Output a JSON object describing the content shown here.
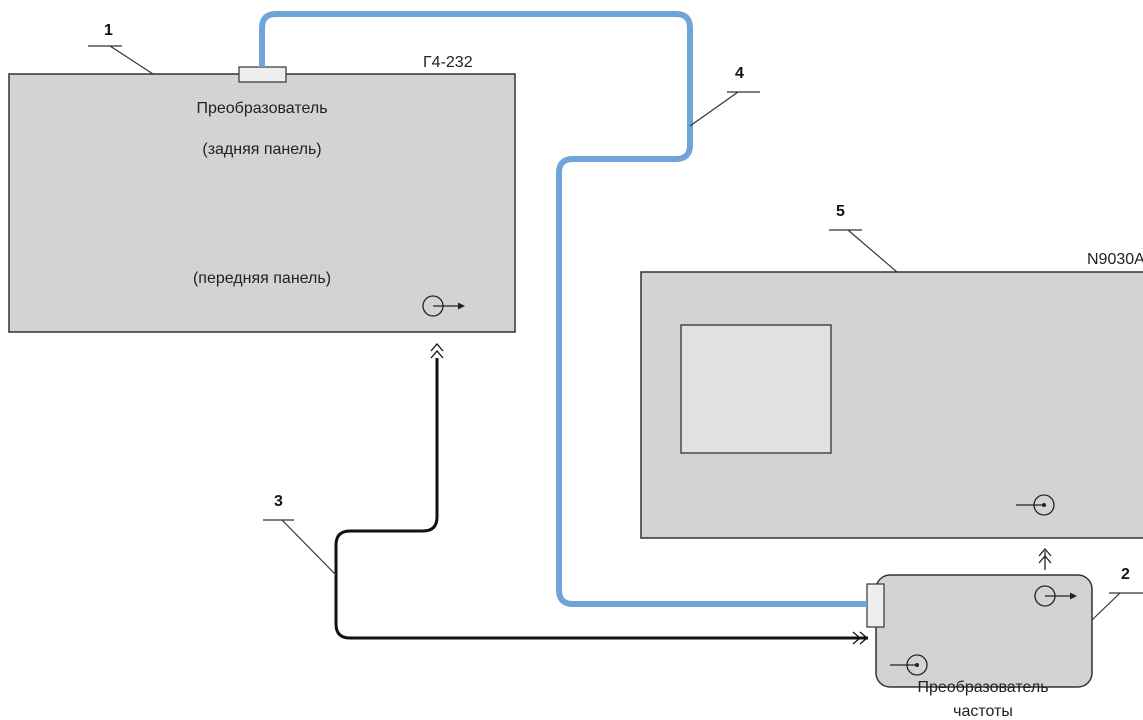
{
  "colors": {
    "box_fill": "#d3d3d3",
    "outline": "#333333",
    "screen_fill": "#e1e1e1",
    "cable_rf": "#6fa4d8",
    "cable_if": "#111111"
  },
  "devices": {
    "generator": {
      "model": "Г4-232",
      "line1": "Преобразователь",
      "line2": "(задняя панель)",
      "line3": "(передняя панель)"
    },
    "analyzer": {
      "model": "N9030A"
    },
    "converter": {
      "caption_line1": "Преобразователь",
      "caption_line2": "частоты"
    }
  },
  "callouts": [
    "1",
    "2",
    "3",
    "4",
    "5"
  ],
  "icons": [
    "connector-output-icon",
    "connector-input-icon",
    "connector-arrow-icon",
    "plug-icon"
  ]
}
